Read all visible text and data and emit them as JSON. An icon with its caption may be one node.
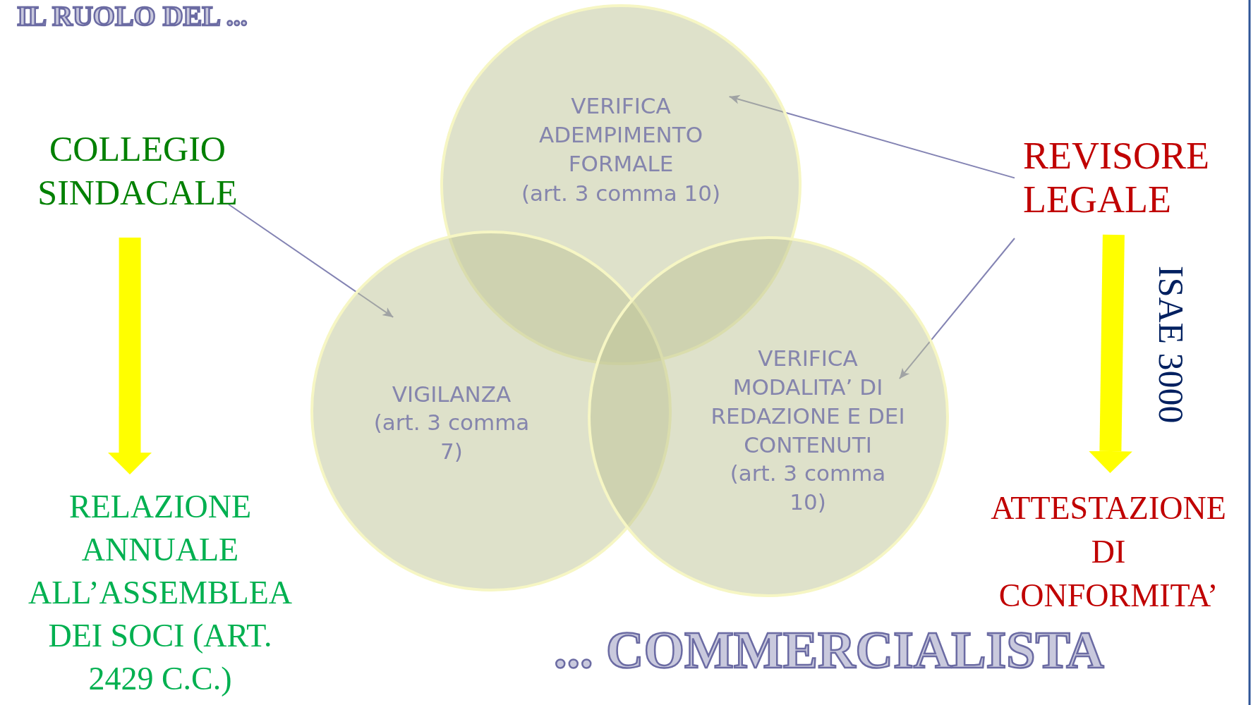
{
  "diagram": {
    "title": "IL RUOLO DEL ...",
    "nodes": [
      {
        "text": [
          "COLLEGIO SINDACALE"
        ]
      },
      {
        "text": [
          "VERIFICA ADEMPIMENTO FORMALE",
          "(art. 3 comma 10)"
        ]
      },
      {
        "text": [
          "REVISORE LEGALE"
        ]
      },
      {
        "text": [
          "VIGILANZA",
          "(art. 3 comma 7)"
        ]
      },
      {
        "text": [
          "VERIFICA MODALITA’ DI REDAZIONE E DEI CONTENUTI",
          "(art. 3 comma 10)"
        ]
      },
      {
        "text": [
          "RELAZIONE ANNUALE ALL’ASSEMBLEA DEI SOCI (ART. 2429 C.C.)"
        ]
      },
      {
        "text": [
          "ATTESTAZIONE DI CONFORMITA’"
        ]
      }
    ],
    "edges": [
      {
        "from": 0,
        "to": 3,
        "arrow": "to"
      },
      {
        "from": 2,
        "to": 1,
        "arrow": "to"
      },
      {
        "from": 2,
        "to": 4,
        "arrow": "to"
      },
      {
        "from": 0,
        "to": 5,
        "arrow": "to",
        "style": "thick",
        "color": "#ffff00"
      },
      {
        "from": 2,
        "to": 6,
        "arrow": "to",
        "style": "thick",
        "color": "#ffff00",
        "label": "ISAE 3000"
      }
    ],
    "labels": [
      "... COMMERCIALISTA"
    ]
  }
}
